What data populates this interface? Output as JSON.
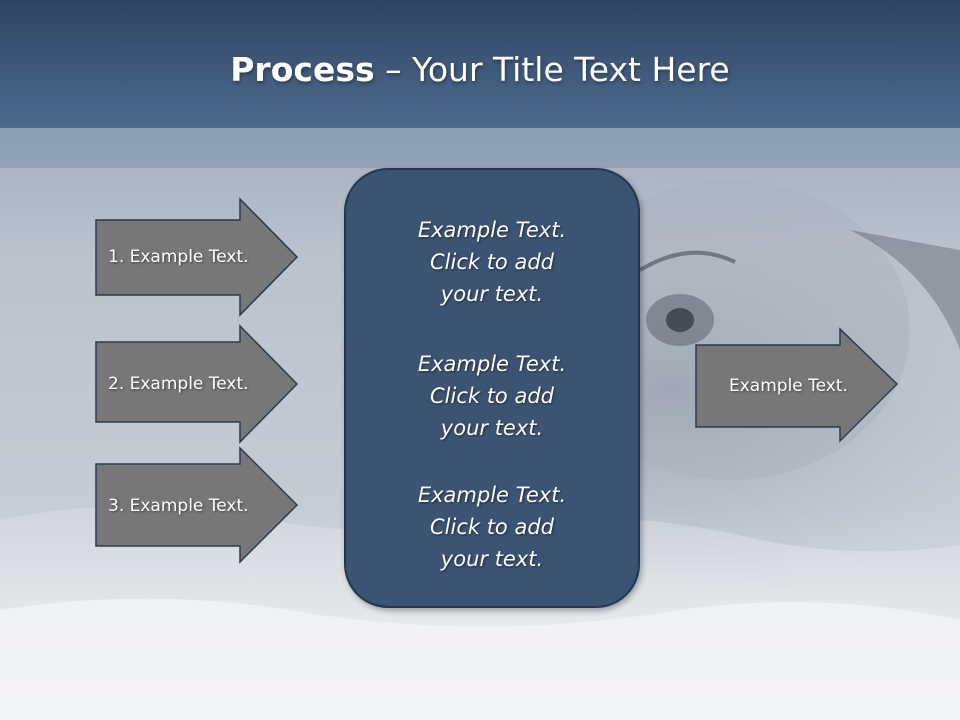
{
  "slide": {
    "title_bold": "Process",
    "title_rest": " – Your Title Text Here",
    "left_arrows": [
      {
        "label": "1. Example Text."
      },
      {
        "label": "2. Example Text."
      },
      {
        "label": "3. Example Text."
      }
    ],
    "center_box": {
      "paragraphs": [
        "Example Text.\nClick  to add\nyour text.",
        "Example Text.\nClick  to add\nyour text.",
        "Example Text.\nClick  to add\nyour text."
      ]
    },
    "right_arrow": {
      "label": "Example Text."
    }
  },
  "colors": {
    "header_top": "#2f4462",
    "header_bottom": "#4d6a8f",
    "arrow_fill": "#777777",
    "arrow_stroke": "#2b3a50",
    "box_fill": "#3c5474",
    "box_stroke": "#243650"
  }
}
